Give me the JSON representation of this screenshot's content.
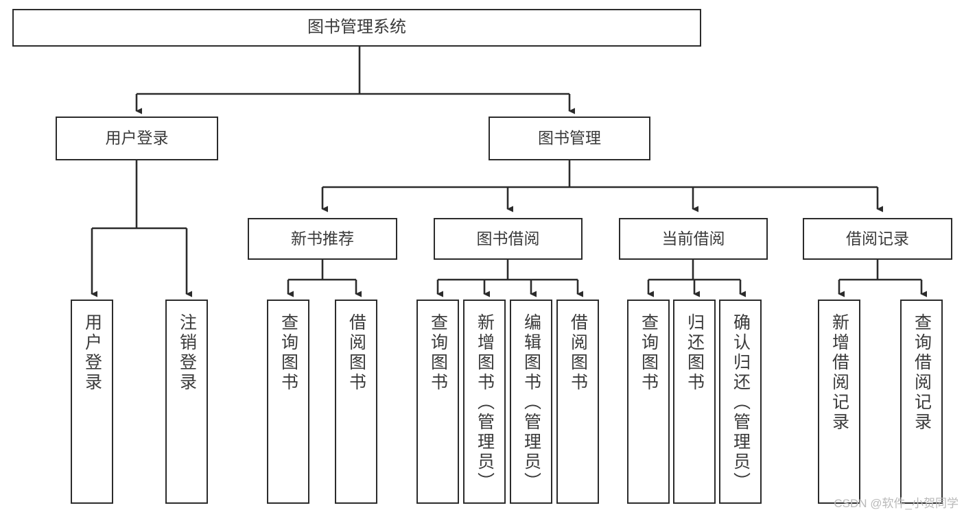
{
  "diagram": {
    "type": "tree-hierarchy",
    "title": "图书管理系统",
    "root": {
      "id": "root",
      "label": "图书管理系统"
    },
    "level2": [
      {
        "id": "user-login",
        "label": "用户登录"
      },
      {
        "id": "book-manage",
        "label": "图书管理"
      }
    ],
    "level3": [
      {
        "id": "new-book-rec",
        "label": "新书推荐",
        "parent": "book-manage"
      },
      {
        "id": "book-borrow",
        "label": "图书借阅",
        "parent": "book-manage"
      },
      {
        "id": "current-borrow",
        "label": "当前借阅",
        "parent": "book-manage"
      },
      {
        "id": "borrow-record",
        "label": "借阅记录",
        "parent": "book-manage"
      }
    ],
    "leaves": [
      {
        "id": "leaf-user-login",
        "label": "用户登录",
        "parent": "user-login"
      },
      {
        "id": "leaf-user-logout",
        "label": "注销登录",
        "parent": "user-login"
      },
      {
        "id": "leaf-query-book-1",
        "label": "查询图书",
        "parent": "new-book-rec"
      },
      {
        "id": "leaf-borrow-book-1",
        "label": "借阅图书",
        "parent": "new-book-rec"
      },
      {
        "id": "leaf-query-book-2",
        "label": "查询图书",
        "parent": "book-borrow"
      },
      {
        "id": "leaf-add-book",
        "label": "新增图书（管理员）",
        "parent": "book-borrow"
      },
      {
        "id": "leaf-edit-book",
        "label": "编辑图书（管理员）",
        "parent": "book-borrow"
      },
      {
        "id": "leaf-borrow-book-2",
        "label": "借阅图书",
        "parent": "book-borrow"
      },
      {
        "id": "leaf-query-book-3",
        "label": "查询图书",
        "parent": "current-borrow"
      },
      {
        "id": "leaf-return-book",
        "label": "归还图书",
        "parent": "current-borrow"
      },
      {
        "id": "leaf-confirm-return",
        "label": "确认归还（管理员）",
        "parent": "current-borrow"
      },
      {
        "id": "leaf-add-record",
        "label": "新增借阅记录",
        "parent": "borrow-record"
      },
      {
        "id": "leaf-query-record",
        "label": "查询借阅记录",
        "parent": "borrow-record"
      }
    ]
  },
  "watermark": {
    "text": "CSDN @软件_小贺同学"
  },
  "colors": {
    "stroke": "#2b2b2b",
    "text": "#3a3a3a",
    "background": "#ffffff",
    "watermark": "#b9b9b9"
  }
}
